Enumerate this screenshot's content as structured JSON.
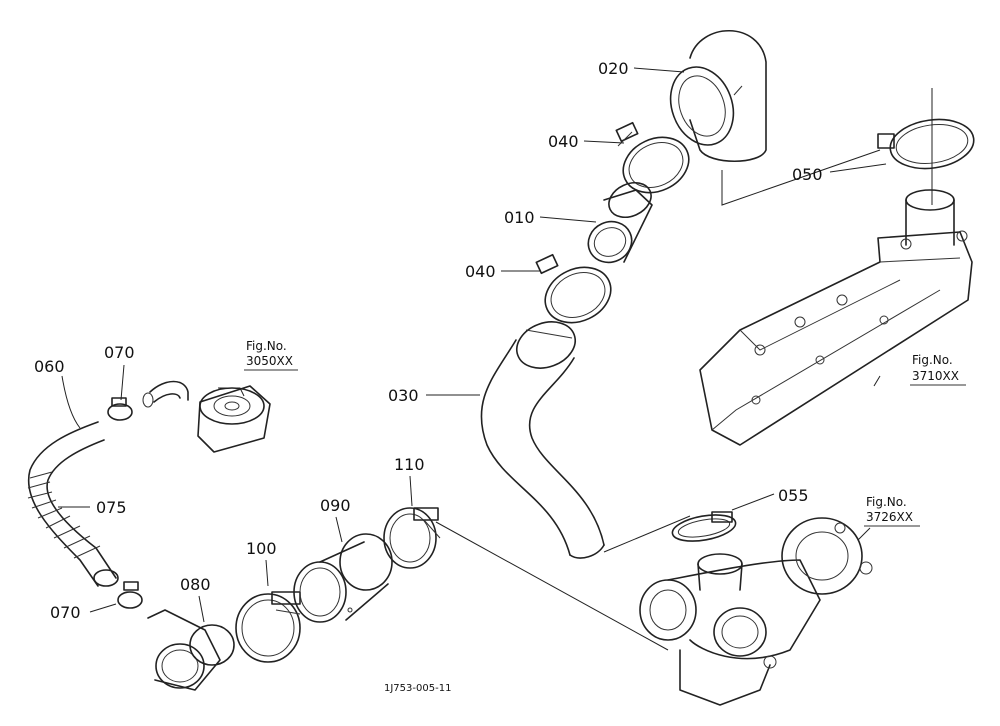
{
  "parts": {
    "p010": "010",
    "p020": "020",
    "p030": "030",
    "p040a": "040",
    "p040b": "040",
    "p050": "050",
    "p055": "055",
    "p060": "060",
    "p070a": "070",
    "p070b": "070",
    "p075": "075",
    "p080": "080",
    "p090": "090",
    "p100": "100",
    "p110": "110"
  },
  "refs": {
    "r3050": {
      "label": "Fig.No.",
      "number": "3050XX"
    },
    "r3710": {
      "label": "Fig.No.",
      "number": "3710XX"
    },
    "r3726": {
      "label": "Fig.No.",
      "number": "3726XX"
    }
  },
  "drawing_code": "1J753-005-11"
}
